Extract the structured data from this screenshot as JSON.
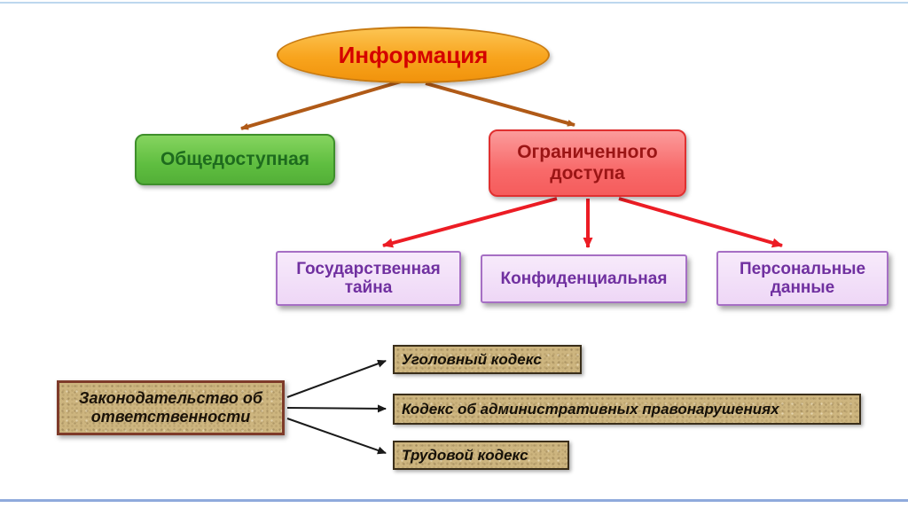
{
  "slide": {
    "background": "#FFFFFF",
    "top_line_color": "#BDD7EE",
    "bottom_line_color": "#8FAADC"
  },
  "diagram": {
    "root": {
      "label": "Информация",
      "fill": "#F8A41D",
      "border": "#C97B11",
      "text_color": "#D40000"
    },
    "level1": [
      {
        "label": "Общедоступная",
        "fill": "#5FBE40",
        "border": "#3E8F2B",
        "text_color": "#1E6B1E"
      },
      {
        "label": "Ограниченного доступа",
        "fill": "#F86A6A",
        "border": "#E03030",
        "text_color": "#9B1515"
      }
    ],
    "level2": [
      {
        "label": "Государственная тайна"
      },
      {
        "label": "Конфиденциальная"
      },
      {
        "label": "Персональные данные"
      }
    ],
    "level2_style": {
      "fill": "#EED7F6",
      "border": "#A66FC4",
      "text_color": "#7030A0"
    },
    "legislation": {
      "label": "Законодательство об ответственности",
      "fill": "#CDB57F",
      "border": "#7E3B2A",
      "text_color": "#1A1208"
    },
    "codes": [
      {
        "label": "Уголовный кодекс"
      },
      {
        "label": "Кодекс об административных правонарушениях"
      },
      {
        "label": "Трудовой кодекс"
      }
    ],
    "codes_style": {
      "fill": "#C8B17C",
      "border": "#3A2E1A",
      "text_color": "#151008"
    },
    "arrow_colors": {
      "brown": "#B05A17",
      "red": "#EC1C24",
      "black": "#1A1A1A"
    }
  }
}
